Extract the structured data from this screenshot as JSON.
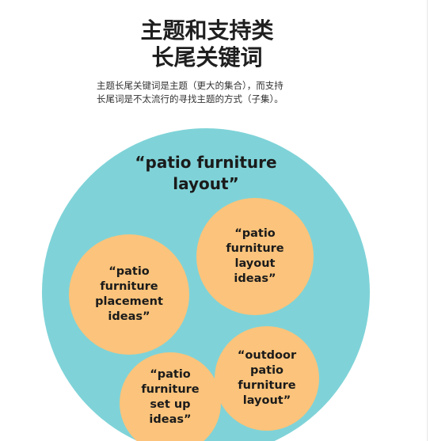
{
  "header": {
    "title_lines": [
      "主题和支持类",
      "长尾关键词"
    ],
    "description_lines": [
      "主题长尾关键词是主题（更大的集合），而支持",
      "长尾词是不太流行的寻找主题的方式（子集）。"
    ]
  },
  "diagram": {
    "main_topic": {
      "label_lines": [
        "“patio furniture",
        "layout”"
      ],
      "color": "#7fd3d8"
    },
    "supporting_color": "#fbc37b",
    "supporting": [
      {
        "label_lines": [
          "“patio",
          "furniture",
          "layout",
          "ideas”"
        ]
      },
      {
        "label_lines": [
          "“patio",
          "furniture",
          "placement",
          "ideas”"
        ]
      },
      {
        "label_lines": [
          "“outdoor",
          "patio",
          "furniture",
          "layout”"
        ]
      },
      {
        "label_lines": [
          "“patio",
          "furniture",
          "set up",
          "ideas”"
        ]
      }
    ]
  }
}
